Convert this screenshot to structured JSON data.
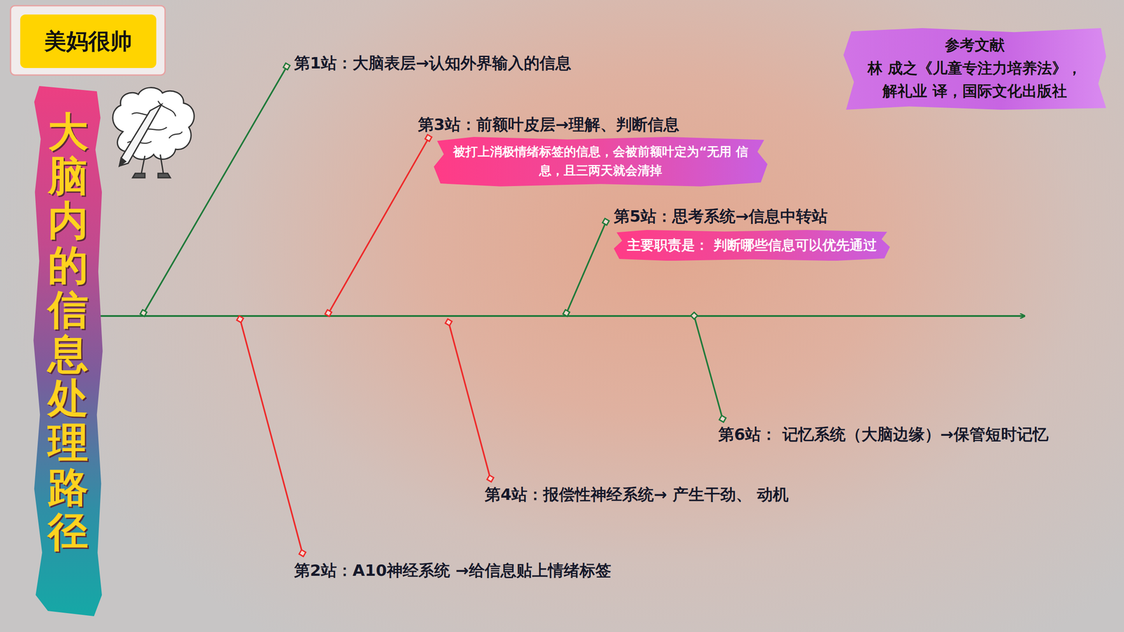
{
  "diagram": {
    "title": "大脑内的信息处理路径",
    "nodes": [
      {
        "text": [
          "美妈很帅"
        ]
      },
      {
        "text": [
          "参考文献",
          "林 成之《儿童专注力培养法》， 解礼业 译，国际文化出版社"
        ]
      },
      {
        "text": [
          "被打上消极情绪标签的信息，会被前额叶定为“无用 信息，且三两天就会清掉"
        ]
      },
      {
        "text": [
          "主要职责是： 判断哪些信息可以优先通过"
        ]
      }
    ],
    "labels": [
      "第1站：大脑表层→认知外界输入的信息",
      "第2站：A10神经系统 →给信息贴上情绪标签",
      "第3站：前额叶皮层→理解、判断信息",
      "第4站：报偿性神经系统→ 产生干劲、 动机",
      "第5站：思考系统→信息中转站",
      "第6站： 记忆系统（大脑边缘）→保管短时记忆"
    ]
  }
}
